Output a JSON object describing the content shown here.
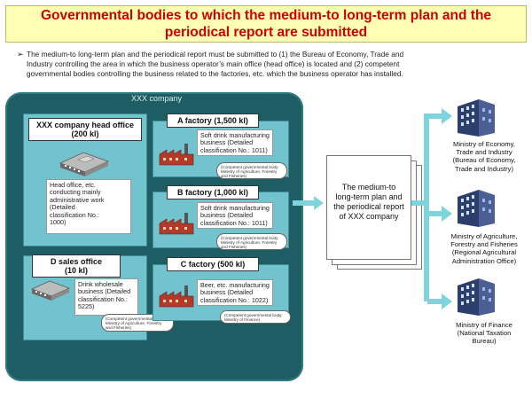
{
  "title": {
    "line1": "Governmental bodies to which the medium-to long-term plan and the",
    "line2": "periodical report are submitted"
  },
  "note": {
    "bullet": "➢",
    "line1": "The medium-to long-term plan and the periodical report must be submitted to (1) the Bureau of Economy, Trade and",
    "line2": "Industry controlling the area in which the business operator’s main office (head office) is located and (2) competent",
    "line3": "governmental bodies controlling the business related to the factories, etc. which the business operator has installed."
  },
  "company": {
    "label": "XXX company",
    "head_office": {
      "title_line1": "XXX company head office",
      "title_line2": "(200 kl)",
      "desc": [
        "Head office, etc.",
        "conducting mainly",
        "administrative work",
        "(Detailed",
        "classification No.:",
        "1000)"
      ]
    },
    "sales_office": {
      "title_line1": "D sales office",
      "title_line2": "(10 kl)",
      "desc": [
        "Drink wholesale",
        "business (Detailed",
        "classification No.:",
        "5225)"
      ],
      "bubble": [
        "(Competent governmental body:",
        "Ministry of Agriculture, Forestry",
        "and Fisheries)"
      ]
    },
    "factory_a": {
      "title": "A factory (1,500 kl)",
      "desc": [
        "Soft drink manufacturing",
        "business (Detailed",
        "classification No.: 1011)"
      ],
      "bubble": [
        "(Competent governmental body:",
        "Ministry of Agriculture, Forestry",
        "and Fisheries)"
      ]
    },
    "factory_b": {
      "title": "B factory (1,000 kl)",
      "desc": [
        "Soft drink manufacturing",
        "business (Detailed",
        "classification No.: 1011)"
      ],
      "bubble": [
        "(Competent governmental body:",
        "Ministry of Agriculture, Forestry",
        "and Fisheries)"
      ]
    },
    "factory_c": {
      "title": "C factory (500 kl)",
      "desc": [
        "Beer, etc. manufacturing",
        "business (Detailed",
        "classification No.: 1022)"
      ],
      "bubble": [
        "(Competent governmental body:",
        "Ministry of Finance)"
      ]
    }
  },
  "document": {
    "lines": [
      "The medium-to",
      "long-term plan and",
      "the periodical report",
      "of XXX company"
    ]
  },
  "ministries": [
    {
      "lines": [
        "Ministry of Economy,",
        "Trade and Industry",
        "(Bureau of Economy,",
        "Trade and Industry)"
      ]
    },
    {
      "lines": [
        "Ministry of Agriculture,",
        "Forestry and Fisheries",
        "(Regional Agricultural",
        "Administration Office)"
      ]
    },
    {
      "lines": [
        "Ministry of Finance",
        "(National Taxation",
        "Bureau)"
      ]
    }
  ]
}
